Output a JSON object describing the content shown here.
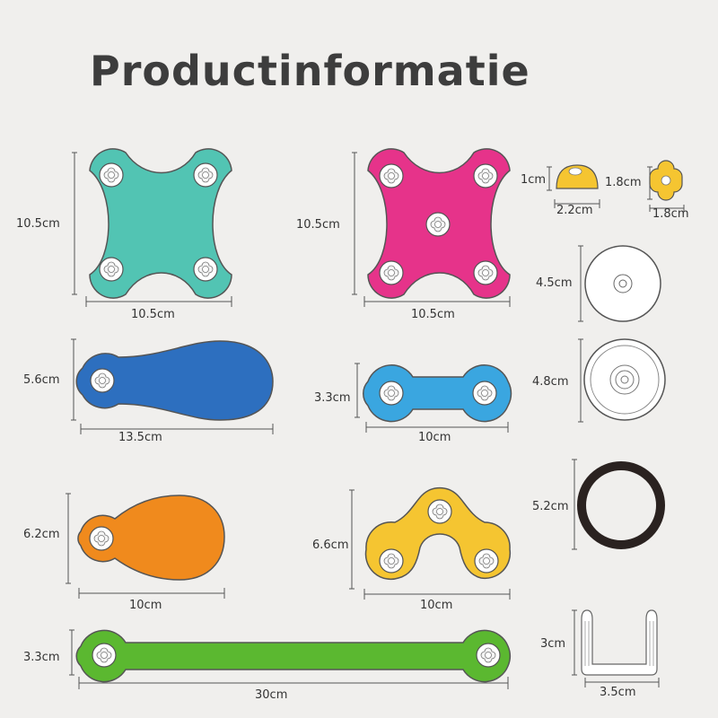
{
  "title": "Productinformatie",
  "colors": {
    "teal": "#52c4b3",
    "magenta": "#e6338a",
    "blue": "#2d6fbf",
    "sky": "#3aa6e0",
    "orange": "#f08a1d",
    "yellow": "#f5c531",
    "green": "#5bb830",
    "outline": "#555555"
  },
  "pieces": {
    "teal_cross": {
      "height": "10.5cm",
      "width": "10.5cm"
    },
    "magenta_cross": {
      "height": "10.5cm",
      "width": "10.5cm"
    },
    "dome_cap": {
      "height": "1cm",
      "width": "2.2cm"
    },
    "flower_bead": {
      "height": "1.8cm",
      "width": "1.8cm"
    },
    "small_wheel": {
      "size": "4.5cm"
    },
    "large_wheel": {
      "size": "4.8cm"
    },
    "rubber_ring": {
      "size": "5.2cm"
    },
    "blue_paddle": {
      "height": "5.6cm",
      "width": "13.5cm"
    },
    "sky_bar": {
      "height": "3.3cm",
      "width": "10cm"
    },
    "orange_paddle": {
      "height": "6.2cm",
      "width": "10cm"
    },
    "yellow_arch": {
      "height": "6.6cm",
      "width": "10cm"
    },
    "green_bar": {
      "height": "3.3cm",
      "width": "30cm"
    },
    "clip_holder": {
      "height": "3cm",
      "width": "3.5cm"
    }
  }
}
